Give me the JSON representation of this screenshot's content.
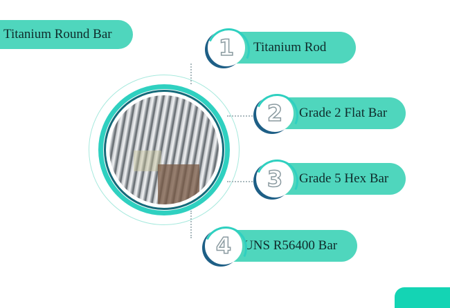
{
  "title": "Titanium Round Bar",
  "items": [
    {
      "number": "1",
      "label": "Titanium Rod"
    },
    {
      "number": "2",
      "label": "Grade 2 Flat Bar"
    },
    {
      "number": "3",
      "label": "Grade 5 Hex Bar"
    },
    {
      "number": "4",
      "label": "UNS R56400 Bar"
    }
  ],
  "hub": {
    "image": "titanium-round-bars-photo"
  },
  "colors": {
    "accent": "#4fd6bd",
    "ring": "#2fd0c0",
    "dark": "#1e5f86",
    "text": "#0f2b2b"
  }
}
